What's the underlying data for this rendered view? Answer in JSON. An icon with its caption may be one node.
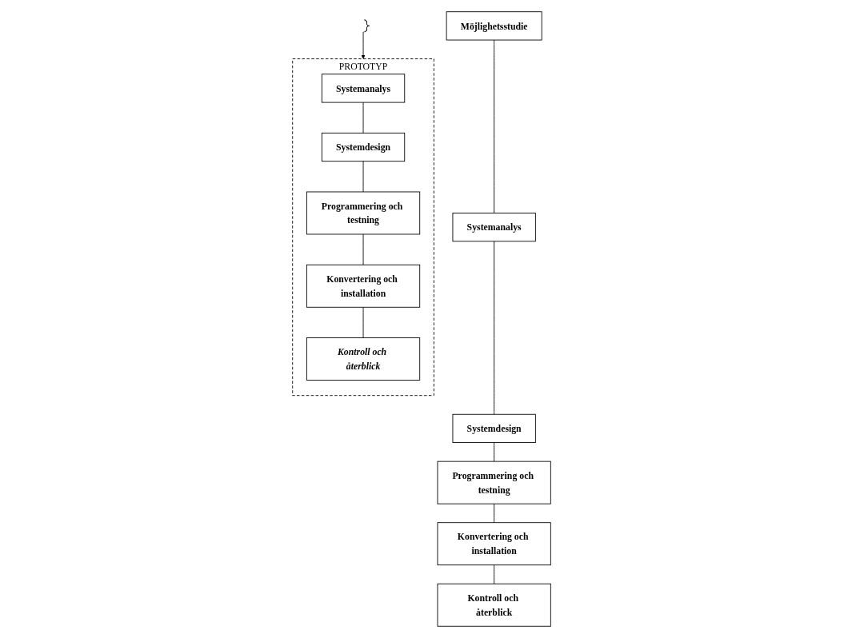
{
  "diagram": {
    "nodes": [
      {
        "text": [
          "Möjlighetsstudie"
        ]
      },
      {
        "text": [
          "Systemanalys"
        ]
      },
      {
        "text": [
          "Systemdesign"
        ]
      },
      {
        "text": [
          "Programmering och testning"
        ]
      },
      {
        "text": [
          "Konvertering och installation"
        ]
      },
      {
        "text": [
          "Kontroll och återblick"
        ]
      },
      {
        "text": [],
        "shape": "brace"
      },
      {
        "text": [
          "PROTOTYP"
        ]
      },
      {
        "text": [
          "Systemanalys"
        ],
        "in": 7
      },
      {
        "text": [
          "Systemdesign"
        ],
        "in": 7
      },
      {
        "text": [
          "Programmering och testning"
        ],
        "in": 7
      },
      {
        "text": [
          "Konvertering och installation"
        ],
        "in": 7
      },
      {
        "text": [
          "Kontroll och återblick"
        ],
        "in": 7
      }
    ],
    "edges": [
      {
        "from": 0,
        "to": 1,
        "arrow": "none"
      },
      {
        "from": 1,
        "to": 2,
        "arrow": "none"
      },
      {
        "from": 2,
        "to": 3,
        "arrow": "none"
      },
      {
        "from": 3,
        "to": 4,
        "arrow": "none"
      },
      {
        "from": 4,
        "to": 5,
        "arrow": "none"
      },
      {
        "from": 6,
        "to": 7,
        "arrow": "to"
      },
      {
        "from": 8,
        "to": 9,
        "arrow": "none"
      },
      {
        "from": 9,
        "to": 10,
        "arrow": "none"
      },
      {
        "from": 10,
        "to": 11,
        "arrow": "none"
      },
      {
        "from": 11,
        "to": 12,
        "arrow": "none"
      }
    ]
  }
}
